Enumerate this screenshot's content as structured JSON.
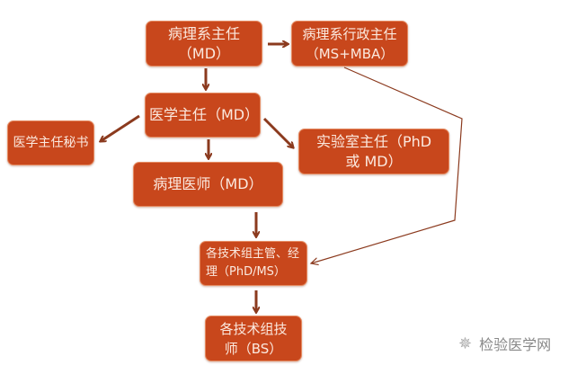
{
  "nodes": {
    "chair": "病理系主任（MD）",
    "admin": "病理系行政主任（MS+MBA）",
    "medical_director": "医学主任（MD）",
    "secretary": "医学主任秘书",
    "lab_director": "实验室主任（PhD 或 MD）",
    "pathologist": "病理医师（MD）",
    "supervisor": "各技术组主管、经理（PhD/MS）",
    "technologist": "各技术组技师（BS）"
  },
  "watermark": "检验医学网",
  "colors": {
    "box": "#c8471c",
    "arrow": "#8b3a1e"
  }
}
